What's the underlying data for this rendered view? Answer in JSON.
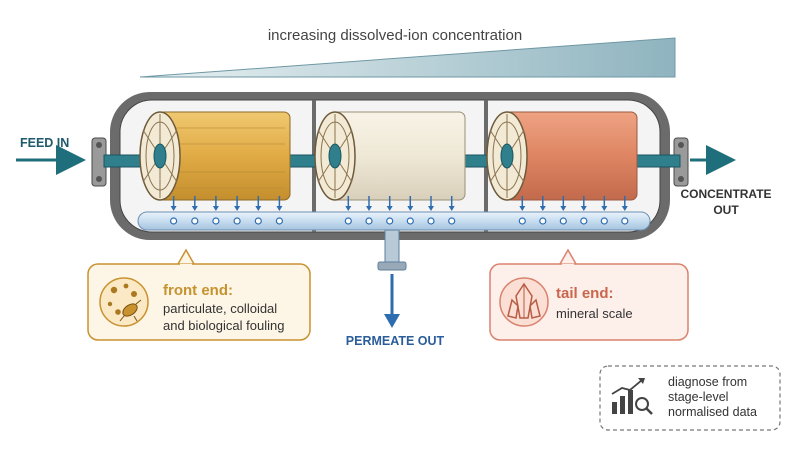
{
  "gradient": {
    "label": "increasing dissolved-ion concentration"
  },
  "labels": {
    "feed_in": "FEED IN",
    "concentrate_out_line1": "CONCENTRATE",
    "concentrate_out_line2": "OUT",
    "permeate_out": "PERMEATE OUT"
  },
  "front_end": {
    "title": "front end:",
    "line1": "particulate, colloidal",
    "line2": "and biological fouling",
    "icon": "microbe-particles-icon"
  },
  "tail_end": {
    "title": "tail end:",
    "line1": "mineral scale",
    "icon": "crystal-icon"
  },
  "note": {
    "line1": "diagnose from",
    "line2": "stage-level",
    "line3": "normalised data",
    "icon": "chart-magnifier-icon"
  },
  "colors": {
    "teal": "#1f6e7c",
    "front_accent": "#c8922f",
    "front_fill": "#fdf5e6",
    "tail_accent": "#d9826d",
    "tail_fill": "#fdefea",
    "element_front": "#e4b24f",
    "element_middle": "#f1ead9",
    "element_tail": "#e28a6a",
    "vessel": "#5a5a5a",
    "permeate_blue": "#2e6db0"
  }
}
